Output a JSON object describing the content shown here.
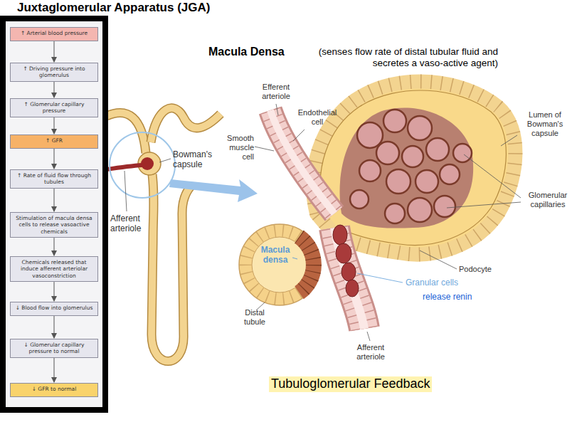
{
  "diagram": {
    "title": "Juxtaglomerular Apparatus (JGA)",
    "caption": "Tubuloglomerular Feedback",
    "nodes": [
      {
        "text": [
          "↑ Arterial blood pressure"
        ]
      },
      {
        "text": [
          "↑ Driving pressure into glomerulus"
        ]
      },
      {
        "text": [
          "↑ Glomerular capillary pressure"
        ]
      },
      {
        "text": [
          "↑ GFR"
        ]
      },
      {
        "text": [
          "↑ Rate of fluid flow through tubules"
        ]
      },
      {
        "text": [
          "Stimulation of macula densa cells to release vasoactive chemicals"
        ]
      },
      {
        "text": [
          "Chemicals released that induce afferent arteriolar vasoconstriction"
        ]
      },
      {
        "text": [
          "↓ Blood flow into glomerulus"
        ]
      },
      {
        "text": [
          "↓ Glomerular capillary pressure to normal"
        ]
      },
      {
        "text": [
          "↓ GFR to normal"
        ]
      }
    ],
    "edges": [
      {
        "from": 0,
        "to": 1,
        "arrow": "to"
      },
      {
        "from": 1,
        "to": 2,
        "arrow": "to"
      },
      {
        "from": 2,
        "to": 3,
        "arrow": "to"
      },
      {
        "from": 3,
        "to": 4,
        "arrow": "to"
      },
      {
        "from": 4,
        "to": 5,
        "arrow": "to"
      },
      {
        "from": 5,
        "to": 6,
        "arrow": "to"
      },
      {
        "from": 6,
        "to": 7,
        "arrow": "to"
      },
      {
        "from": 7,
        "to": 8,
        "arrow": "to"
      },
      {
        "from": 8,
        "to": 9,
        "arrow": "to"
      }
    ],
    "labels": [
      "Macula Densa",
      "(senses flow rate of distal tubular fluid and secretes a vaso-active agent)",
      "Efferent arteriole",
      "Endothelial cell",
      "Smooth muscle cell",
      "Bowman's capsule",
      "Afferent arteriole",
      "Lumen of Bowman's capsule",
      "Glomerular capillaries",
      "Macula densa",
      "Podocyte",
      "Granular cells",
      "release renin",
      "Distal tubule",
      "Afferent arteriole"
    ]
  }
}
